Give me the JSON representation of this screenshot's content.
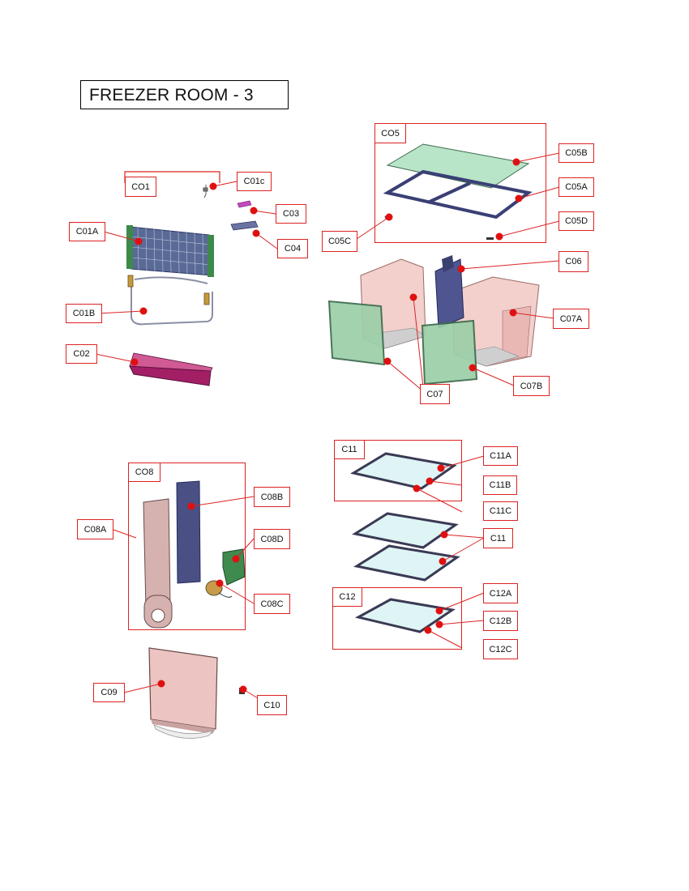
{
  "page": {
    "title": "FREEZER ROOM - 3"
  },
  "colors": {
    "callout": "#dd2222",
    "dot": "#e01010"
  },
  "labels": {
    "c01": "CO1",
    "c01a": "C01A",
    "c01b": "C01B",
    "c01c": "C01c",
    "c02": "C02",
    "c03": "C03",
    "c04": "C04",
    "c05": "CO5",
    "c05a": "C05A",
    "c05b": "C05B",
    "c05c": "C05C",
    "c05d": "C05D",
    "c06": "C06",
    "c07": "C07",
    "c07a": "C07A",
    "c07b": "C07B",
    "c08": "CO8",
    "c08a": "C08A",
    "c08b": "C08B",
    "c08c": "C08C",
    "c08d": "C08D",
    "c09": "C09",
    "c10": "C10",
    "c11": "C11",
    "c11a": "C11A",
    "c11b": "C11B",
    "c11c": "C11C",
    "c11_2": "C11",
    "c12": "C12",
    "c12a": "C12A",
    "c12b": "C12B",
    "c12c": "C12C"
  }
}
